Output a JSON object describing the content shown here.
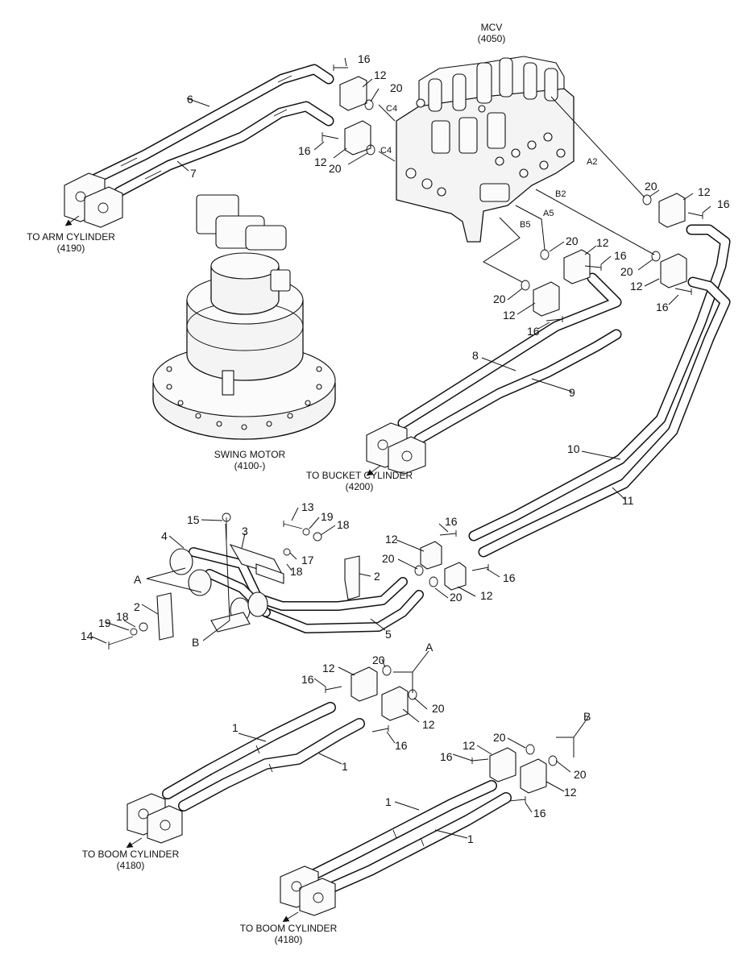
{
  "captions": {
    "mcv": "MCV",
    "mcv_code": "(4050)",
    "swing_motor": "SWING MOTOR",
    "swing_motor_code": "(4100-)",
    "arm_cylinder": "TO ARM CYLINDER",
    "arm_cylinder_code": "(4190)",
    "bucket_cylinder": "TO BUCKET CYLINDER",
    "bucket_cylinder_code": "(4200)",
    "boom_cylinder_1": "TO BOOM CYLINDER",
    "boom_cylinder_1_code": "(4180)",
    "boom_cylinder_2": "TO BOOM CYLINDER",
    "boom_cylinder_2_code": "(4180)"
  },
  "port_labels": {
    "c4_upper": "C4",
    "c4_lower": "C4",
    "a2": "A2",
    "b2": "B2",
    "a5": "A5",
    "b5": "B5"
  },
  "callouts": {
    "n16_a": "16",
    "n12_a": "12",
    "n20_a": "20",
    "n16_b": "16",
    "n12_b": "12",
    "n20_b": "20",
    "n6": "6",
    "n7": "7",
    "n20_c": "20",
    "n12_c": "12",
    "n16_c": "16",
    "n20_d": "20",
    "n12_d": "12",
    "n16_d": "16",
    "n20_e": "20",
    "n12_e": "12",
    "n16_e": "16",
    "n20_f": "20",
    "n12_f": "12",
    "n16_f": "16",
    "n8": "8",
    "n9": "9",
    "n10": "10",
    "n11": "11",
    "n15": "15",
    "n3": "3",
    "n4": "4",
    "n13": "13",
    "n19_a": "19",
    "n18_a": "18",
    "n17": "17",
    "n18_b": "18",
    "n2_a": "2",
    "n16_g": "16",
    "n12_g": "12",
    "n20_g": "20",
    "n16_h": "16",
    "n12_h": "12",
    "n20_h": "20",
    "n5": "5",
    "marker_a_left": "A",
    "marker_b_left": "B",
    "n2_b": "2",
    "n18_c": "18",
    "n19_b": "19",
    "n14": "14",
    "marker_a_right": "A",
    "n20_i": "20",
    "n20_j": "20",
    "n12_i": "12",
    "n16_i": "16",
    "n12_j": "12",
    "n16_j": "16",
    "n1_a": "1",
    "n1_b": "1",
    "marker_b_right": "B",
    "n20_k": "20",
    "n20_l": "20",
    "n12_k": "12",
    "n16_k": "16",
    "n12_l": "12",
    "n16_l": "16",
    "n1_c": "1",
    "n1_d": "1"
  }
}
